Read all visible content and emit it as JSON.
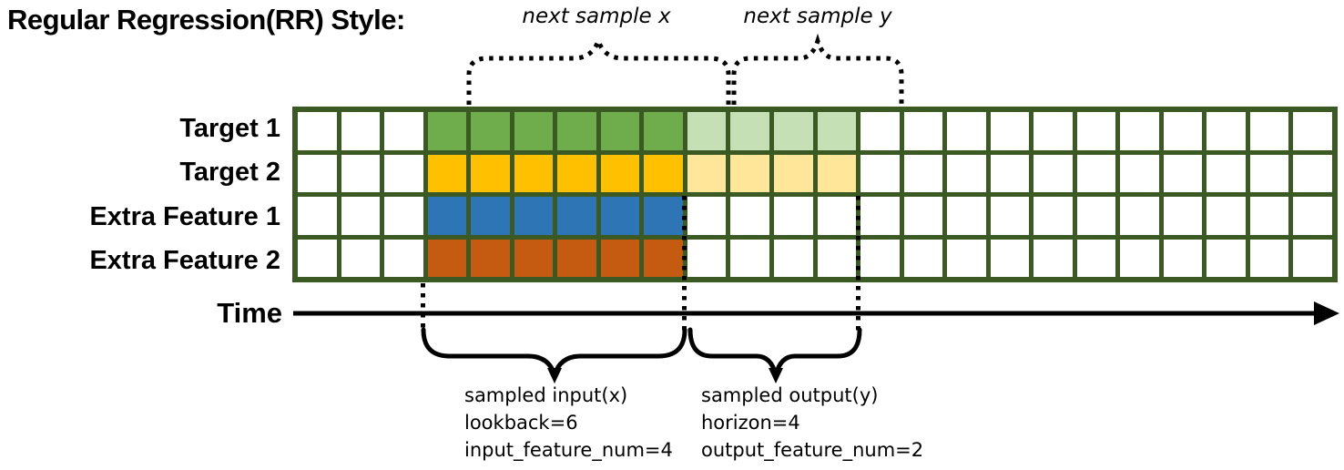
{
  "title": "Regular Regression(RR) Style:",
  "annotations": {
    "next_sample_x": "next sample x",
    "next_sample_y": "next sample y",
    "time_label": "Time",
    "input_lines": [
      "sampled input(x)",
      "lookback=6",
      "input_feature_num=4"
    ],
    "output_lines": [
      "sampled output(y)",
      "horizon=4",
      "output_feature_num=2"
    ]
  },
  "grid": {
    "columns": 24,
    "rows": [
      {
        "label": "Target 1",
        "segments": [
          {
            "type": "empty",
            "count": 3
          },
          {
            "type": "input_target1",
            "count": 6
          },
          {
            "type": "output_target1",
            "count": 4
          },
          {
            "type": "empty",
            "count": 11
          }
        ]
      },
      {
        "label": "Target 2",
        "segments": [
          {
            "type": "empty",
            "count": 3
          },
          {
            "type": "input_target2",
            "count": 6
          },
          {
            "type": "output_target2",
            "count": 4
          },
          {
            "type": "empty",
            "count": 11
          }
        ]
      },
      {
        "label": "Extra Feature 1",
        "segments": [
          {
            "type": "empty",
            "count": 3
          },
          {
            "type": "input_feature1",
            "count": 6
          },
          {
            "type": "empty",
            "count": 15
          }
        ]
      },
      {
        "label": "Extra Feature 2",
        "segments": [
          {
            "type": "empty",
            "count": 3
          },
          {
            "type": "input_feature2",
            "count": 6
          },
          {
            "type": "empty",
            "count": 15
          }
        ]
      }
    ],
    "lookback": 6,
    "horizon": 4,
    "input_feature_num": 4,
    "output_feature_num": 2
  },
  "colors": {
    "grid_line": "#3B5A23",
    "empty": "#FFFFFF",
    "input_target1": "#6EAC4C",
    "output_target1": "#C5E0B4",
    "input_target2": "#FFC000",
    "output_target2": "#FFE699",
    "input_feature1": "#2E75B6",
    "input_feature2": "#C55A11",
    "annotation": "#000000"
  }
}
